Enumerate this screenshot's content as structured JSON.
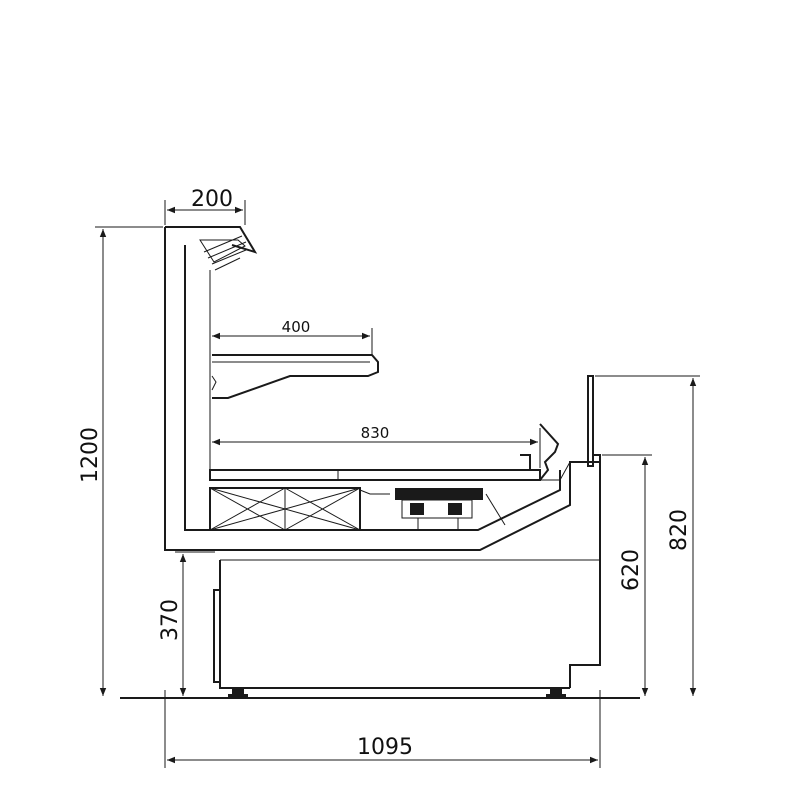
{
  "dimensions": {
    "width_top": "200",
    "shelf_depth": "400",
    "deck_depth": "830",
    "total_height": "1200",
    "base_height": "370",
    "counter_height": "620",
    "front_height": "820",
    "total_depth": "1095"
  },
  "colors": {
    "line": "#1a1a1a",
    "background": "#ffffff"
  }
}
